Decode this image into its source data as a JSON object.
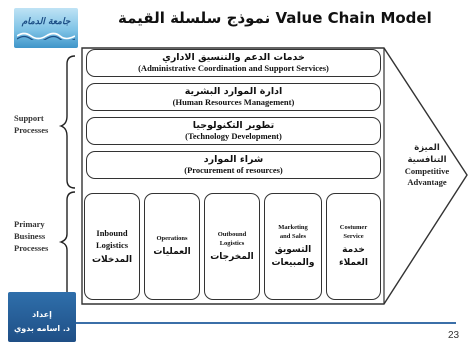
{
  "logo": {
    "text": "جامعة الدمام"
  },
  "title": "نموذج سلسلة القيمة  Value Chain Model",
  "support": {
    "label_line1": "Support",
    "label_line2": "Processes",
    "activities": [
      {
        "arabic": "خدمات الدعم والتنسيق الاداري",
        "english": "(Administrative Coordination and Support Services)"
      },
      {
        "arabic": "ادارة الموارد البشرية",
        "english": "(Human Resources Management)"
      },
      {
        "arabic": "تطوير التكنولوجيا",
        "english": "(Technology Development)"
      },
      {
        "arabic": "شراء الموارد",
        "english": "(Procurement of resources)"
      }
    ]
  },
  "primary": {
    "label_line1": "Primary",
    "label_line2": "Business",
    "label_line3": "Processes",
    "activities": [
      {
        "english_1": "Inbound",
        "english_2": "Logistics",
        "arabic": "المدخلات"
      },
      {
        "english_1": "Operations",
        "english_2": "",
        "arabic": "العمليات"
      },
      {
        "english_1": "Outbound",
        "english_2": "Logistics",
        "arabic": "المخرجات"
      },
      {
        "english_1": "Marketing",
        "english_2": "and Sales",
        "arabic": "التسويق والمبيعات"
      },
      {
        "english_1": "Costumer",
        "english_2": "Service",
        "arabic": "خدمة العملاء"
      }
    ]
  },
  "margin": {
    "arabic_1": "الميزة",
    "arabic_2": "التنافسية",
    "english_1": "Competitive",
    "english_2": "Advantage"
  },
  "author": {
    "line1": "إعداد",
    "line2": "د. اسامه بدوي"
  },
  "page_number": "23"
}
